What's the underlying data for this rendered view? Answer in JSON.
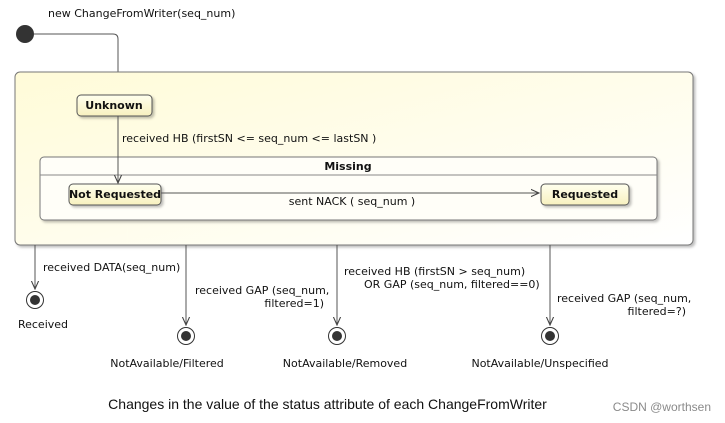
{
  "diagram": {
    "initial_transition": "new ChangeFromWriter(seq_num)",
    "states": {
      "unknown": "Unknown",
      "missing": "Missing",
      "not_requested": "Not Requested",
      "requested": "Requested"
    },
    "transitions": {
      "hb_in_range": "received HB (firstSN <= seq_num <= lastSN )",
      "sent_nack": "sent NACK ( seq_num  )",
      "data": "received DATA(seq_num)",
      "gap_filtered_1": "received GAP (seq_num,",
      "gap_filtered_2": "filtered=1)",
      "hb_removed_1": "received HB (firstSN > seq_num)",
      "hb_removed_2": "OR  GAP (seq_num, filtered==0)",
      "gap_unspecified_1": "received GAP (seq_num,",
      "gap_unspecified_2": "filtered=?)"
    },
    "final_states": {
      "received": "Received",
      "filtered": "NotAvailable/Filtered",
      "removed": "NotAvailable/Removed",
      "unspecified": "NotAvailable/Unspecified"
    }
  },
  "caption": "Changes in the value of the status attribute of each ChangeFromWriter",
  "watermark": "CSDN @worthsen",
  "colors": {
    "state_fill_top": "#fffff4",
    "state_fill_bottom": "#f9f4c4",
    "outline": "#555555",
    "initial_node": "#333333"
  }
}
